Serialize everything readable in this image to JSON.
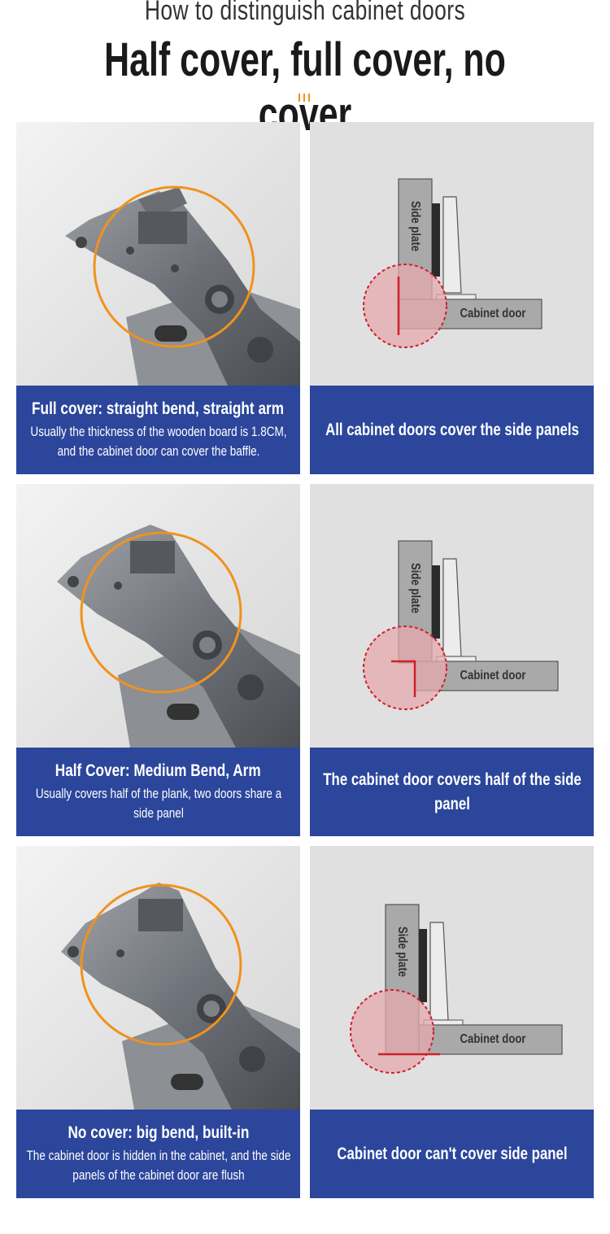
{
  "header": {
    "subtitle": "How to distinguish cabinet doors",
    "title": "Half cover, full cover, no cover"
  },
  "colors": {
    "accent_orange": "#f0921e",
    "caption_blue": "#2b469b",
    "highlight_red": "#d0202a",
    "diagram_bg": "#e0e0e0"
  },
  "rows": [
    {
      "left_title": "Full cover: straight bend, straight arm",
      "left_text": "Usually the thickness of the wooden board is 1.8CM, and the cabinet door can cover the baffle.",
      "right_text": "All cabinet doors cover the side panels",
      "side_label": "Side plate",
      "door_label": "Cabinet door"
    },
    {
      "left_title": "Half Cover: Medium Bend, Arm",
      "left_text": "Usually covers half of the plank, two doors share a side panel",
      "right_text": "The cabinet door covers half of the side panel",
      "side_label": "Side plate",
      "door_label": "Cabinet door"
    },
    {
      "left_title": "No cover: big bend, built-in",
      "left_text": "The cabinet door is hidden in the cabinet, and the side panels of the cabinet door are flush",
      "right_text": "Cabinet door can't cover side panel",
      "side_label": "Side plate",
      "door_label": "Cabinet door"
    }
  ],
  "icons": {
    "hinge_photo": "hinge-photo-icon",
    "divider": "divider-icon"
  }
}
